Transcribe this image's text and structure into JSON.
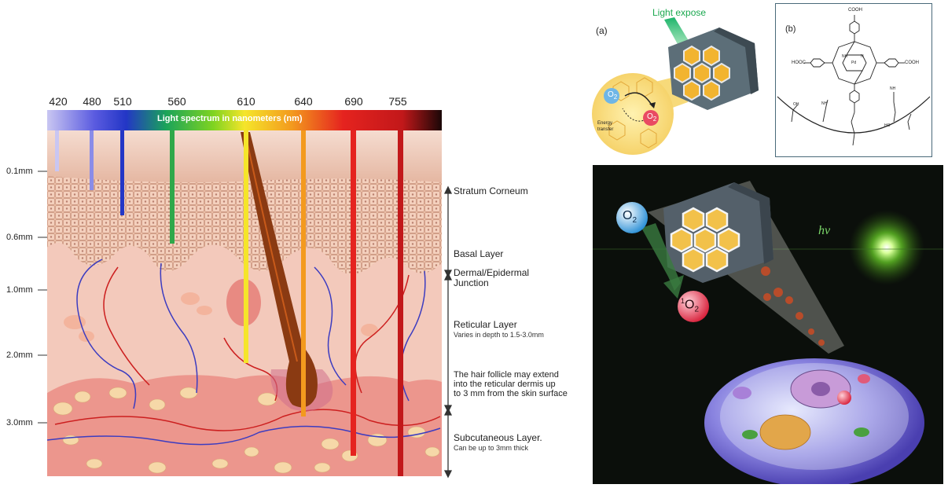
{
  "skin_diagram": {
    "wavelengths": [
      "420",
      "480",
      "510",
      "560",
      "610",
      "640",
      "690",
      "755"
    ],
    "spectrum_label": "Light spectrum in nanometers (nm)",
    "depths": [
      "0.1mm",
      "0.6mm",
      "1.0mm",
      "2.0mm",
      "3.0mm"
    ],
    "layers": {
      "stratum": "Stratum Corneum",
      "basal": "Basal Layer",
      "junction_1": "Dermal/Epidermal",
      "junction_2": "Junction",
      "reticular": "Reticular Layer",
      "reticular_sub": "Varies in depth to 1.5-3.0mm",
      "follicle_1": "The hair follicle may extend",
      "follicle_2": "into the reticular dermis up",
      "follicle_3": "to 3 mm from the skin surface",
      "subcutaneous": "Subcutaneous Layer.",
      "subcutaneous_sub": "Can be up to 3mm thick"
    },
    "colors": {
      "skin": "#f3c0b0",
      "epidermis": "#e8b09a",
      "subcut": "#ec8d86"
    }
  },
  "panel_a": {
    "label": "(a)",
    "light_expose": "Light expose",
    "o2": "O",
    "o2_sub": "2",
    "energy_1": "Energy",
    "energy_2": "transfer",
    "singlet_sub": "2"
  },
  "panel_b": {
    "label": "(b)",
    "cooh_top": "COOH",
    "hooc_left": "HOOC",
    "cooh_right": "COOH",
    "nh_1": "NH",
    "nh_2": "N",
    "pd": "Pd",
    "nh2_1": "NH",
    "nh2_2": "NH",
    "oh_1": "OH",
    "ho": "HO"
  },
  "panel_c": {
    "o2": "O",
    "o2_sub": "2",
    "singlet_sup": "1",
    "singlet": "O",
    "singlet_sub": "2",
    "hv": "hv",
    "colors": {
      "bg": "#0b0f0b",
      "glow": "#7cff3a",
      "cell": "#5a4fbf"
    }
  }
}
